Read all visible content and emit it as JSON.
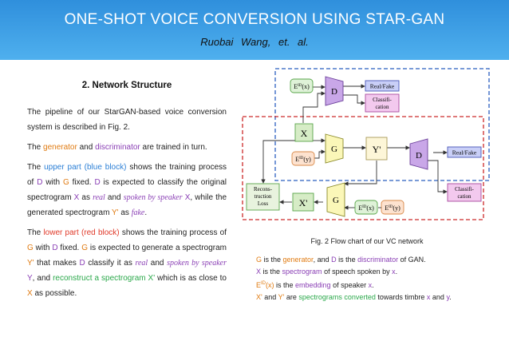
{
  "header": {
    "title": "ONE-SHOT VOICE CONVERSION USING STAR-GAN",
    "authors": "Ruobai Wang,    et. al."
  },
  "left": {
    "section_title": "2. Network Structure",
    "p1": "The pipeline of our StarGAN-based voice conversion system is described in Fig. 2.",
    "p2": {
      "t1": "The ",
      "gen": "generator",
      "t2": " and ",
      "dis": "discriminator",
      "t3": " are trained in turn."
    },
    "p3": {
      "t1": "The ",
      "upper": "upper part (blue block)",
      "t2": " shows the training process of ",
      "D1": "D",
      "t3": " with ",
      "G1": "G",
      "t4": " fixed. ",
      "D2": "D",
      "t5": " is expected to classify the original spectrogram ",
      "X1": "X",
      "t6": " as ",
      "real": "real",
      "t7": " and ",
      "spoken": "spoken by speaker",
      "X2": "X",
      "t8": ", while the generated spectrogram ",
      "Y1": "Y'",
      "t9": " as ",
      "fake": "fake",
      "t10": "."
    },
    "p4": {
      "t1": "The ",
      "lower": "lower part (red block)",
      "t2": " shows the training process of ",
      "G1": "G",
      "t3": " with ",
      "D1": "D",
      "t4": " fixed. ",
      "G2": "G",
      "t5": " is expected to generate a spectrogram ",
      "Y1": "Y'",
      "t6": " that makes ",
      "D2": "D",
      "t7": " classify it as ",
      "real": "real",
      "t8": " and ",
      "spoken": "spoken by speaker",
      "Y2": "Y",
      "t9": ", and ",
      "recon": "reconstruct a spectrogram X'",
      "t10": " which is as close to ",
      "X": "X",
      "t11": " as possible."
    }
  },
  "diagram": {
    "eid_x": "E",
    "eid_x_sup": "ID",
    "eid_x_arg": "(x)",
    "eid_y_arg": "(y)",
    "D": "D",
    "G": "G",
    "X": "X",
    "Xp": "X'",
    "Yp": "Y'",
    "real_fake": "Real/Fake",
    "classi_1": "Classifi-",
    "classi_2": "cation",
    "recon_1": "Recons-",
    "recon_2": "truction",
    "recon_3": "Loss"
  },
  "caption": "Fig. 2  Flow chart of our VC network",
  "notes": {
    "n1": {
      "G": "G",
      "t1": " is the ",
      "gen": "generator",
      "t2": ", and ",
      "D": "D",
      "t3": " is the ",
      "dis": "discriminator",
      "t4": " of GAN."
    },
    "n2": {
      "X": "X",
      "t1": " is the ",
      "spec": "spectrogram",
      "t2": " of speech spoken by ",
      "x": "x",
      "t3": "."
    },
    "n3": {
      "E": "E",
      "sup": "ID",
      "arg": "(x)",
      "t1": " is the ",
      "emb": "embedding",
      "t2": " of speaker ",
      "x": "x",
      "t3": "."
    },
    "n4": {
      "X": "X'",
      "t1": " and ",
      "Y": "Y'",
      "t2": " are ",
      "conv": "spectrograms converted",
      "t3": " towards timbre ",
      "x": "x",
      "t4": " and ",
      "y": "y",
      "t5": "."
    }
  },
  "colors": {
    "header": "#3a9ee6",
    "generator": "#e07b12",
    "discriminator": "#8a3fb5",
    "blue_block": "#2b7fd6",
    "red_block": "#e03a2a",
    "green": "#2aa84a",
    "g_box": "#fbf7b8",
    "d_box": "#c9a7e8",
    "x_box": "#d6ecc6",
    "realfake_box": "#c9cff7",
    "classi_box": "#f3c9ee",
    "eid_x_box": "#dff2d8",
    "eid_y_box": "#fde2cf"
  }
}
